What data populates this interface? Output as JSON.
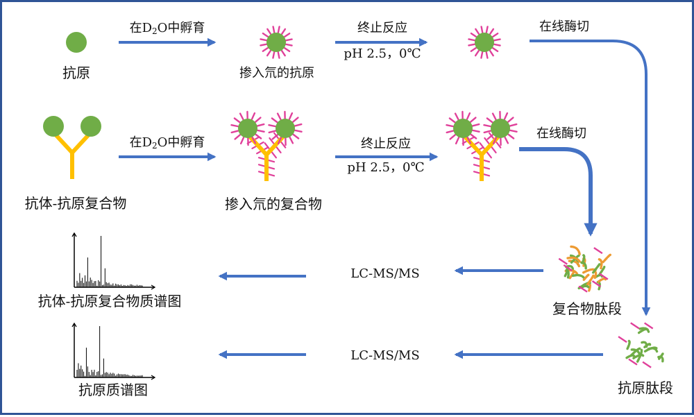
{
  "row1": {
    "antigen_label": "抗原",
    "incubate_pre": "在D",
    "incubate_sub": "2",
    "incubate_post": "O中孵育",
    "labeled_antigen_label": "掺入氘的抗原",
    "quench_label": "终止反应",
    "quench_cond": "pH 2.5，0℃",
    "digest_label": "在线酶切"
  },
  "row2": {
    "complex_label": "抗体-抗原复合物",
    "incubate_pre": "在D",
    "incubate_sub": "2",
    "incubate_post": "O中孵育",
    "labeled_complex_label": "掺入氘的复合物",
    "quench_label": "终止反应",
    "quench_cond": "pH 2.5，0℃",
    "digest_label": "在线酶切"
  },
  "row3": {
    "spectrum_label": "抗体-抗原复合物质谱图",
    "lcms_label": "LC-MS/MS",
    "peptides_label": "复合物肽段"
  },
  "row4": {
    "spectrum_label": "抗原质谱图",
    "lcms_label": "LC-MS/MS",
    "peptides_label": "抗原肽段"
  },
  "colors": {
    "antigen_green": "#70ad47",
    "antibody_yellow": "#ffc000",
    "deuterium_pink": "#e0409a",
    "arrow_blue": "#4472c4",
    "frame_blue": "#2f5496",
    "peptide_orange": "#ed9b33"
  }
}
